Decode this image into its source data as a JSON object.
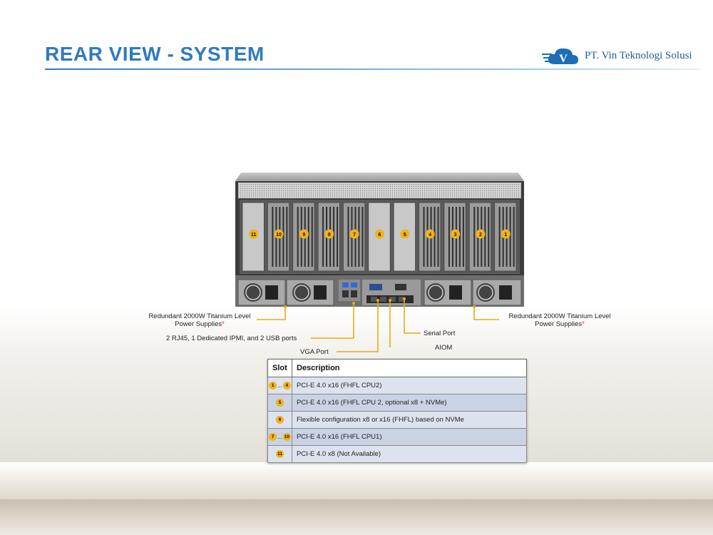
{
  "header": {
    "title": "REAR VIEW - SYSTEM",
    "logo_text": "PT. Vin Teknologi Solusi",
    "logo_mark": "V"
  },
  "server": {
    "slot_badges": [
      "11",
      "10",
      "9",
      "8",
      "7",
      "6",
      "5",
      "4",
      "3",
      "2",
      "1"
    ]
  },
  "callouts": {
    "psu_left_line1": "Redundant 2000W Titanium Level",
    "psu_left_line2": "Power Supplies",
    "psu_right_line1": "Redundant 2000W Titanium Level",
    "psu_right_line2": "Power Supplies",
    "asterisk": "*",
    "network_ports": "2 RJ45, 1 Dedicated IPMI,  and 2 USB  ports",
    "vga_port": "VGA Port",
    "serial_port": "Serial Port",
    "aiom": "AIOM"
  },
  "slot_table": {
    "headers": [
      "Slot",
      "Description"
    ],
    "rows": [
      {
        "slot_start": "1",
        "slot_sep": "...",
        "slot_end": "4",
        "description": "PCI-E 4.0 x16 (FHFL CPU2)"
      },
      {
        "slot_start": "5",
        "slot_sep": "",
        "slot_end": "",
        "description": "PCI-E 4.0 x16 (FHFL CPU 2, optional x8 + NVMe)"
      },
      {
        "slot_start": "6",
        "slot_sep": "",
        "slot_end": "",
        "description": "Flexible configuration x8 or x16 (FHFL) based on NVMe"
      },
      {
        "slot_start": "7",
        "slot_sep": "...",
        "slot_end": "10",
        "description": "PCI-E 4.0 x16 (FHFL CPU1)"
      },
      {
        "slot_start": "11",
        "slot_sep": "",
        "slot_end": "",
        "description": "PCI-E 4.0 x8 (Not Available)"
      }
    ]
  },
  "colors": {
    "title_blue": "#2f7bbf",
    "badge_yellow": "#f2b316",
    "leader_yellow": "#e8ac12",
    "row_light": "#dde3ee",
    "row_dark": "#c9d3e4"
  }
}
